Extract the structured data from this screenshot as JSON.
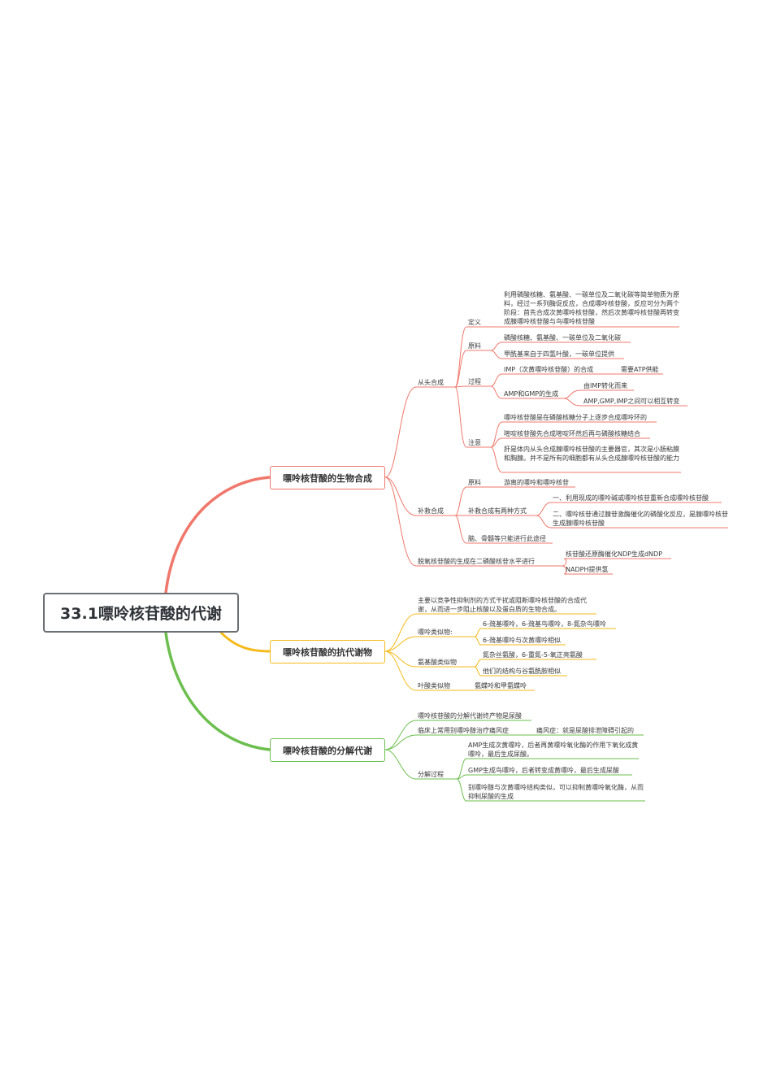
{
  "root": "33.1嘌呤核苷酸的代谢",
  "colors": {
    "branch1": "#f0776b",
    "branch2": "#f5b918",
    "branch3": "#6cbf4e",
    "root_border": "#6b6e73"
  },
  "b1": {
    "title": "嘌呤核苷酸的生物合成",
    "denovo": {
      "label": "从头合成",
      "definition": {
        "label": "定义",
        "text": "利用磷酸核糖、氨基酸、一碳单位及二氧化碳等简单物质为原料，经过一系列酶促反应，合成嘌呤核苷酸，反应可分为两个阶段：首先合成次黄嘌呤核苷酸，然后次黄嘌呤核苷酸再转变成腺嘌呤核苷酸与鸟嘌呤核苷酸"
      },
      "materials": {
        "label": "原料",
        "items": [
          "磷酸核糖、氨基酸、一碳单位及二氧化碳",
          "甲酰基来自于四氢叶酸，一碳单位提供"
        ]
      },
      "process": {
        "label": "过程",
        "imp": "IMP（次黄嘌呤核苷酸）的合成",
        "imp_note": "需要ATP供能",
        "ampgmp": "AMP和GMP的生成",
        "ampgmp_notes": [
          "由IMP转化而来",
          "AMP,GMP,IMP之间可以相互转变"
        ]
      },
      "notes": {
        "label": "注意",
        "items": [
          "嘌呤核苷酸是在磷酸核糖分子上逐步合成嘌呤环的",
          "嘧啶核苷酸先合成嘧啶环然后再与磷酸核糖结合",
          "肝是体内从头合成腺嘌呤核苷酸的主要器官，其次是小肠粘膜和胸腺。并不是所有的细胞都有从头合成腺嘌呤核苷酸的能力"
        ]
      }
    },
    "salvage": {
      "label": "补救合成",
      "materials": {
        "label": "原料",
        "text": "游离的嘌呤和嘌呤核苷"
      },
      "ways": {
        "label": "补救合成有两种方式",
        "items": [
          "一、利用现成的嘌呤碱或嘌呤核苷重新合成嘌呤核苷酸",
          "二、嘌呤核苷通过腺苷激酶催化的磷酸化反应，是腺嘌呤核苷生成腺嘌呤核苷酸"
        ]
      },
      "brain": "脑、骨髓等只能进行此途径"
    },
    "deoxy": {
      "label": "脱氧核苷酸的生成在二磷酸核苷水平进行",
      "items": [
        "核苷酸还原酶催化NDP生成dNDP",
        "NADPH提供氢"
      ]
    }
  },
  "b2": {
    "title": "嘌呤核苷酸的抗代谢物",
    "intro": "主要以竞争性抑制剂的方式干扰或阻断嘌呤核苷酸的合成代谢，从而进一步阻止核酸以及蛋白质的生物合成。",
    "purine": {
      "label": "嘌呤类似物:",
      "items": [
        "6-巯基嘌呤，6-巯基鸟嘌呤，8-氮杂鸟嘌呤",
        "6-巯基嘌呤与次黄嘌呤相似"
      ]
    },
    "amino": {
      "label": "氨基酸类似物",
      "items": [
        "氮杂丝氨酸，6-重氮-5-氧正亮氨酸",
        "他们的结构与谷氨酰胺相似"
      ]
    },
    "folate": {
      "label": "叶酸类似物",
      "text": "氨蝶呤和甲氨蝶呤"
    }
  },
  "b3": {
    "title": "嘌呤核苷酸的分解代谢",
    "endproduct": "嘌呤核苷酸的分解代谢终产物是尿酸",
    "gout": {
      "label": "临床上常用别嘌呤醇治疗痛风症",
      "text": "痛风症：就是尿酸排泄障碍引起的"
    },
    "process": {
      "label": "分解过程",
      "items": [
        "AMP生成次黄嘌呤，后者再黄嘌呤氧化酶的作用下氧化成黄嘌呤，最后生成尿酸。",
        "GMP生成鸟嘌呤，后者转变成黄嘌呤，最后生成尿酸",
        "别嘌呤醇与次黄嘌呤结构类似，可以抑制黄嘌呤氧化酶，从而抑制尿酸的生成"
      ]
    }
  }
}
